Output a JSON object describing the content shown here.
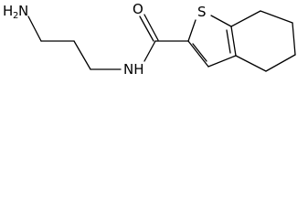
{
  "structure": {
    "labels": {
      "amine_h": "H",
      "amine_sub": "2",
      "amine_n": "N",
      "amide_nh": "NH",
      "carbonyl_o": "O",
      "thiophene_s": "S"
    }
  }
}
